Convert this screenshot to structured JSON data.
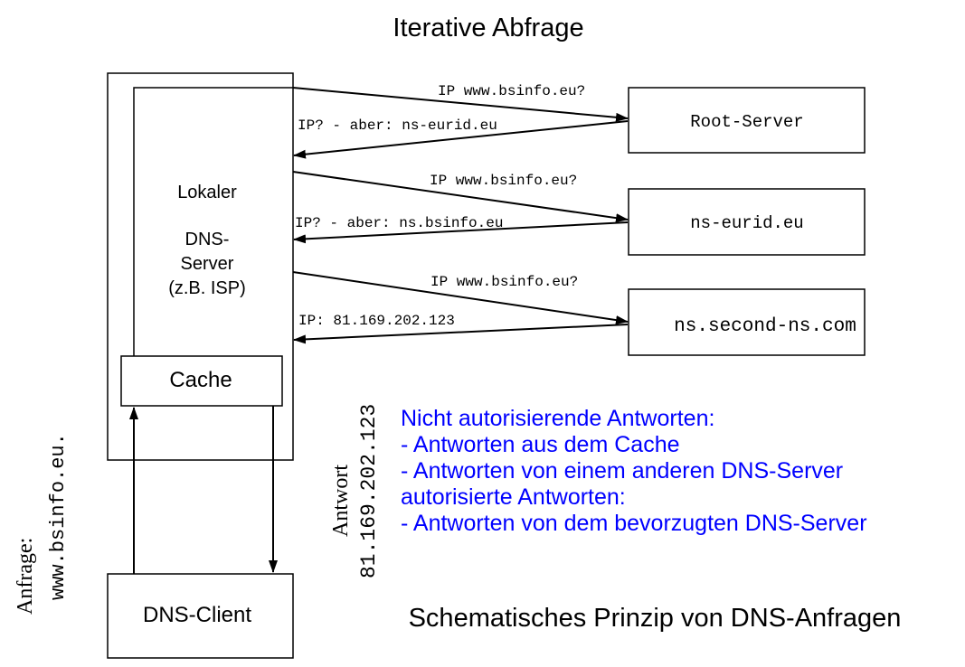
{
  "title": "Iterative Abfrage",
  "caption": "Schematisches Prinzip von DNS-Anfragen",
  "local_server": {
    "lines": [
      "Lokaler",
      "DNS-",
      "Server",
      "(z.B. ISP)"
    ],
    "cache_label": "Cache"
  },
  "client_label": "DNS-Client",
  "servers": [
    {
      "name": "Root-Server",
      "query": "IP www.bsinfo.eu?",
      "reply": "IP? - aber: ns-eurid.eu"
    },
    {
      "name": "ns-eurid.eu",
      "query": "IP www.bsinfo.eu?",
      "reply": "IP? - aber: ns.bsinfo.eu"
    },
    {
      "name": "ns.second-ns.com",
      "query": "IP www.bsinfo.eu?",
      "reply": "IP: 81.169.202.123"
    }
  ],
  "request": {
    "word": "Anfrage:",
    "value": "www.bsinfo.eu."
  },
  "response": {
    "word": "Antwort",
    "value": "81.169.202.123"
  },
  "notes": {
    "color": "#0000ff",
    "lines": [
      "Nicht autorisierende Antworten:",
      "- Antworten aus dem Cache",
      "- Antworten von einem anderen DNS-Server",
      "autorisierte Antworten:",
      "- Antworten von dem bevorzugten DNS-Server"
    ]
  }
}
